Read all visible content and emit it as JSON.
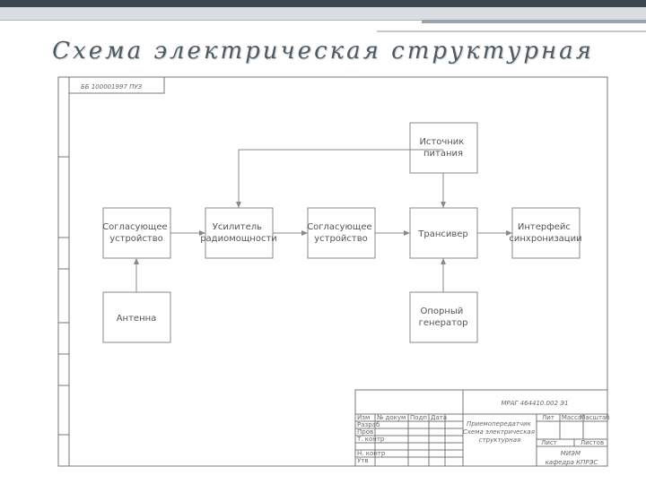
{
  "slide": {
    "title": "Схема электрическая структурная"
  },
  "drawing": {
    "designation_stamp": "ББ 100001997 ПУЗ",
    "blocks": {
      "power": [
        "Источник",
        "питания"
      ],
      "input": [
        "Согласующее",
        "устройство"
      ],
      "amplifier": [
        "Усилитель",
        "радиомощности"
      ],
      "matching": [
        "Согласующее",
        "устройство"
      ],
      "transceiver": [
        "Трансивер"
      ],
      "interface": [
        "Интерфейс",
        "синхронизации"
      ],
      "antenna": [
        "Антенна"
      ],
      "oscillator": [
        "Опорный",
        "генератор"
      ]
    },
    "title_block": {
      "code": "МРАГ 464410.002 Э1",
      "letter_h": "Лит",
      "mass_h": "Масса",
      "scale_h": "Масштаб",
      "sheet": "Лист",
      "sheets": "Листов",
      "name": [
        "Приемопередатчик",
        "Схема электрическая",
        "структурная"
      ],
      "org": [
        "МИЭМ",
        "кафедра КПРЭС"
      ],
      "rows": [
        "Изм",
        "№ докум",
        "Подп",
        "Дата",
        "Разраб",
        "Пров",
        "Т. контр",
        "Н. контр",
        "Утв"
      ]
    }
  }
}
